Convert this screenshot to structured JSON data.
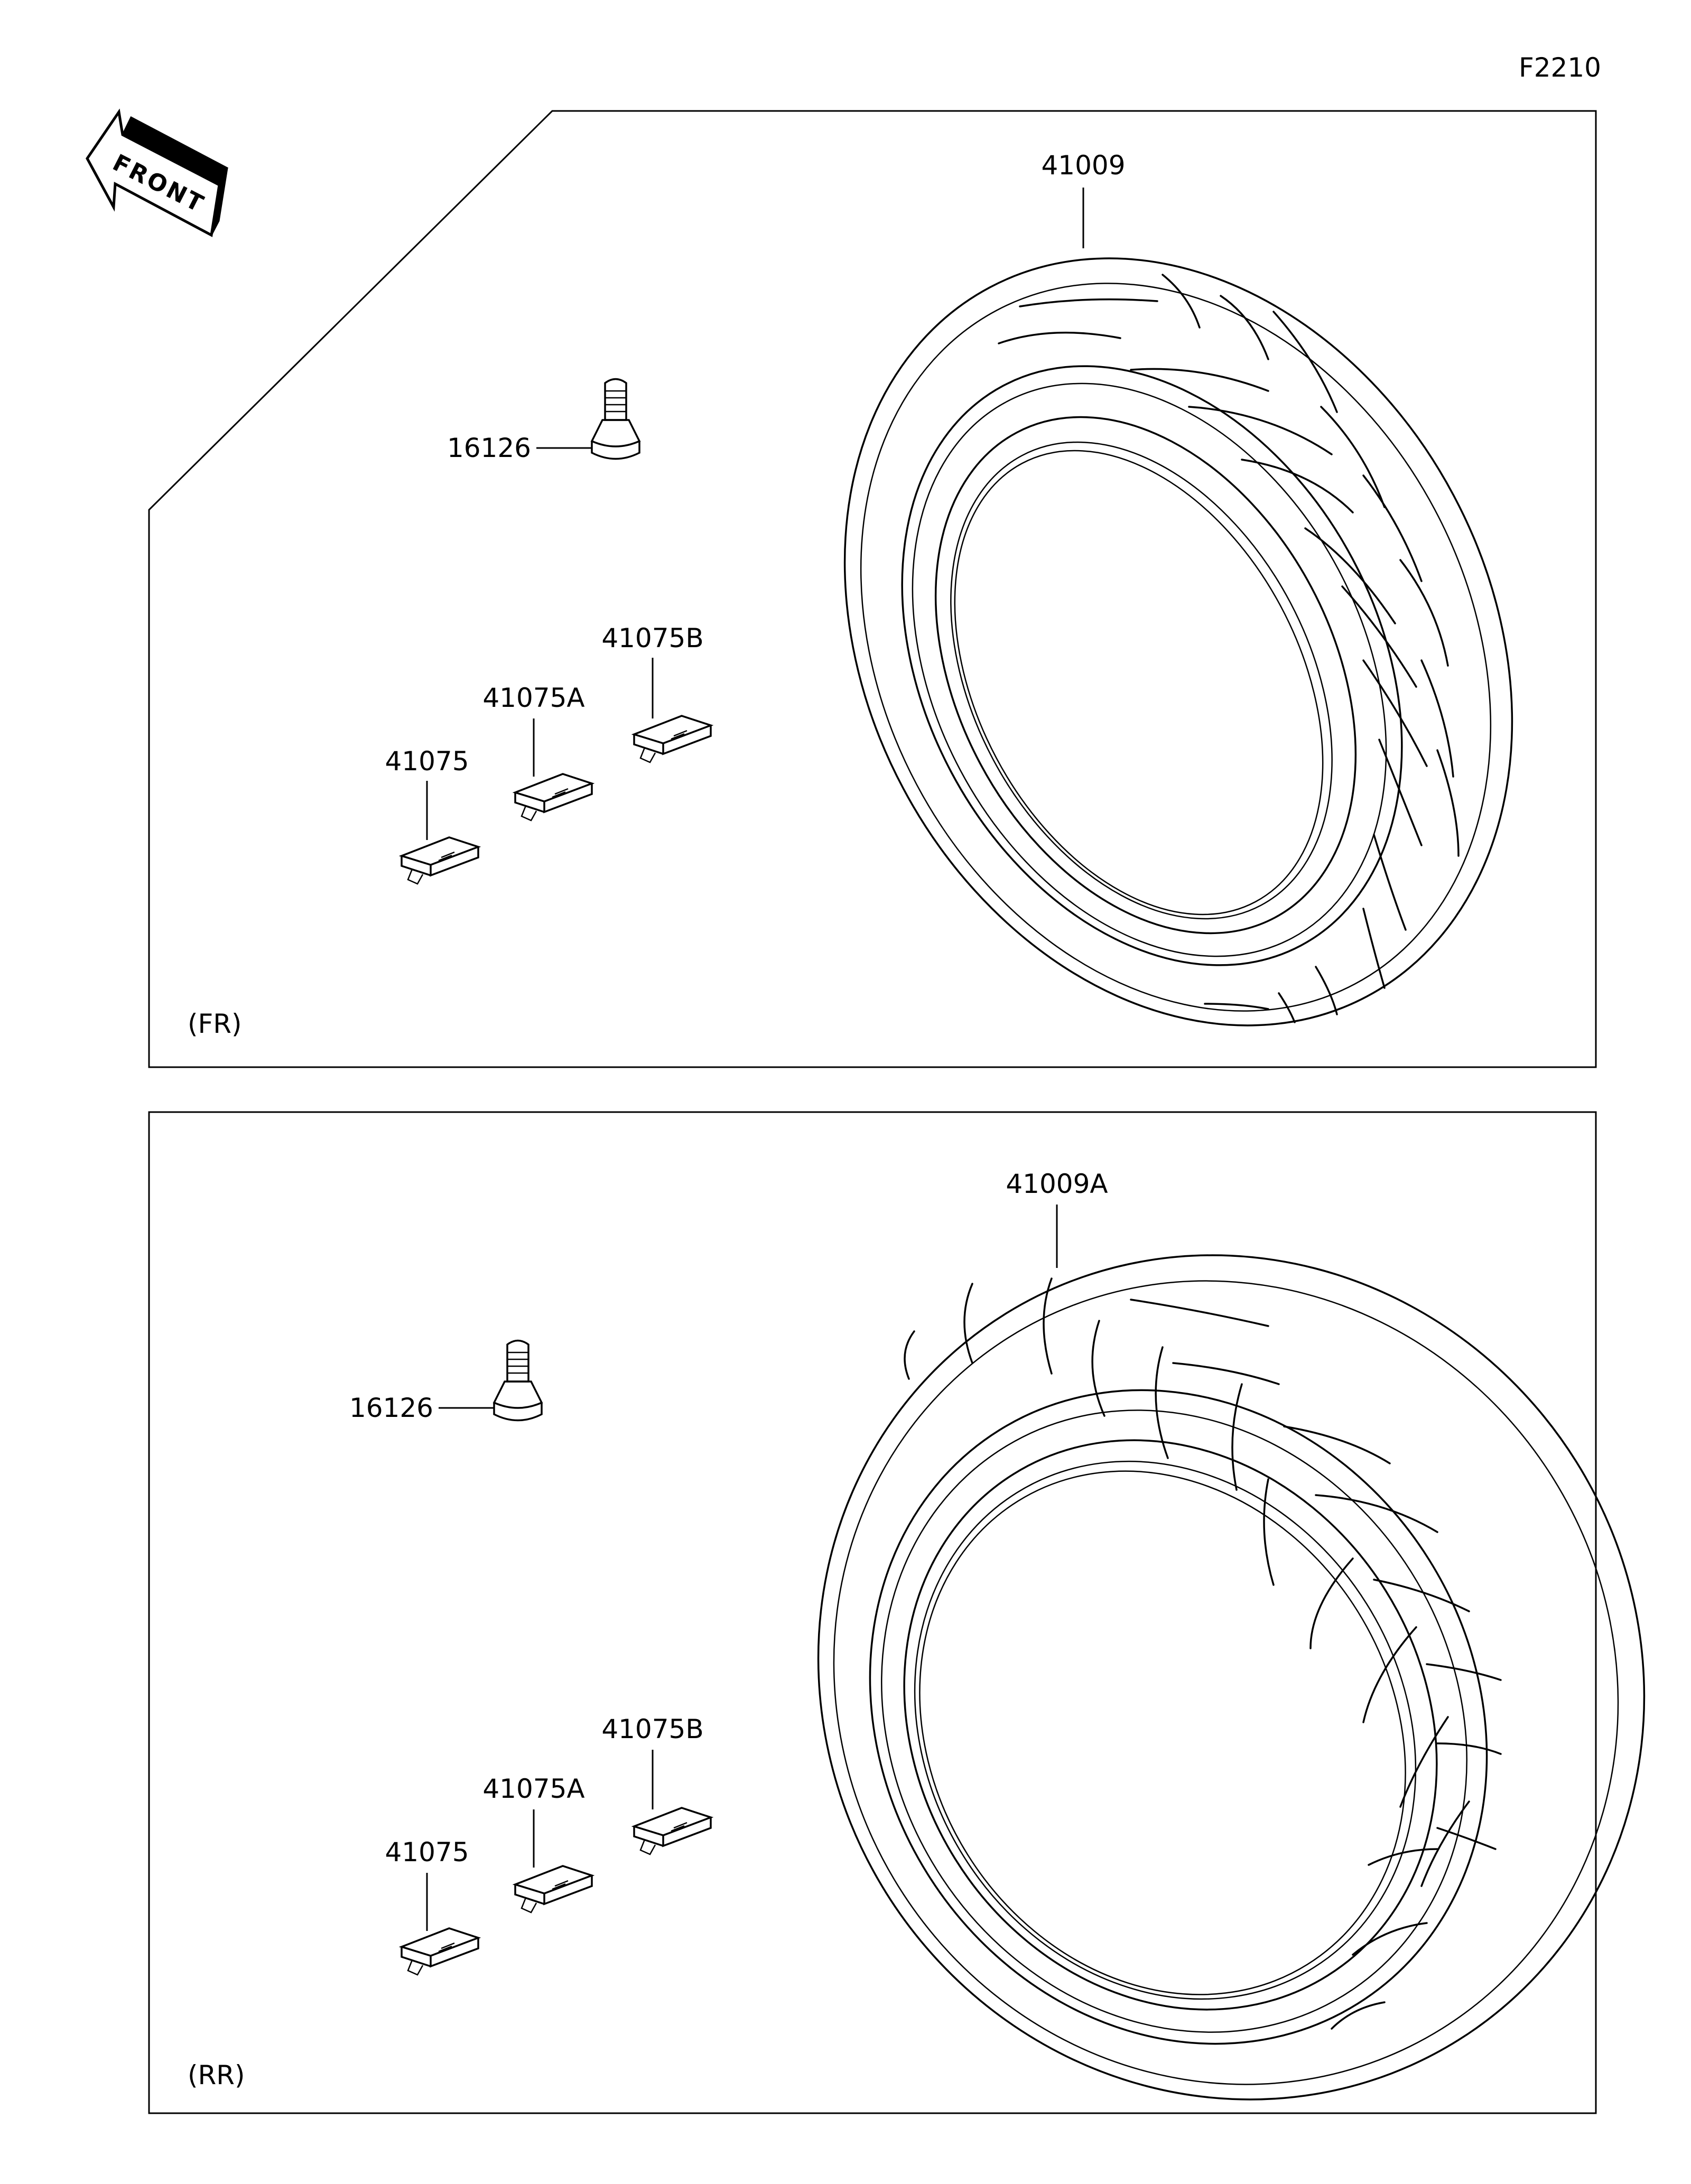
{
  "figure_code": "F2210",
  "front_label": "FRONT",
  "panels": [
    {
      "id": "front",
      "section_label": "(FR)",
      "parts": {
        "tire": "41009",
        "valve": "16126",
        "weight": "41075",
        "weight_a": "41075A",
        "weight_b": "41075B"
      }
    },
    {
      "id": "rear",
      "section_label": "(RR)",
      "parts": {
        "tire": "41009A",
        "valve": "16126",
        "weight": "41075",
        "weight_a": "41075A",
        "weight_b": "41075B"
      }
    }
  ]
}
